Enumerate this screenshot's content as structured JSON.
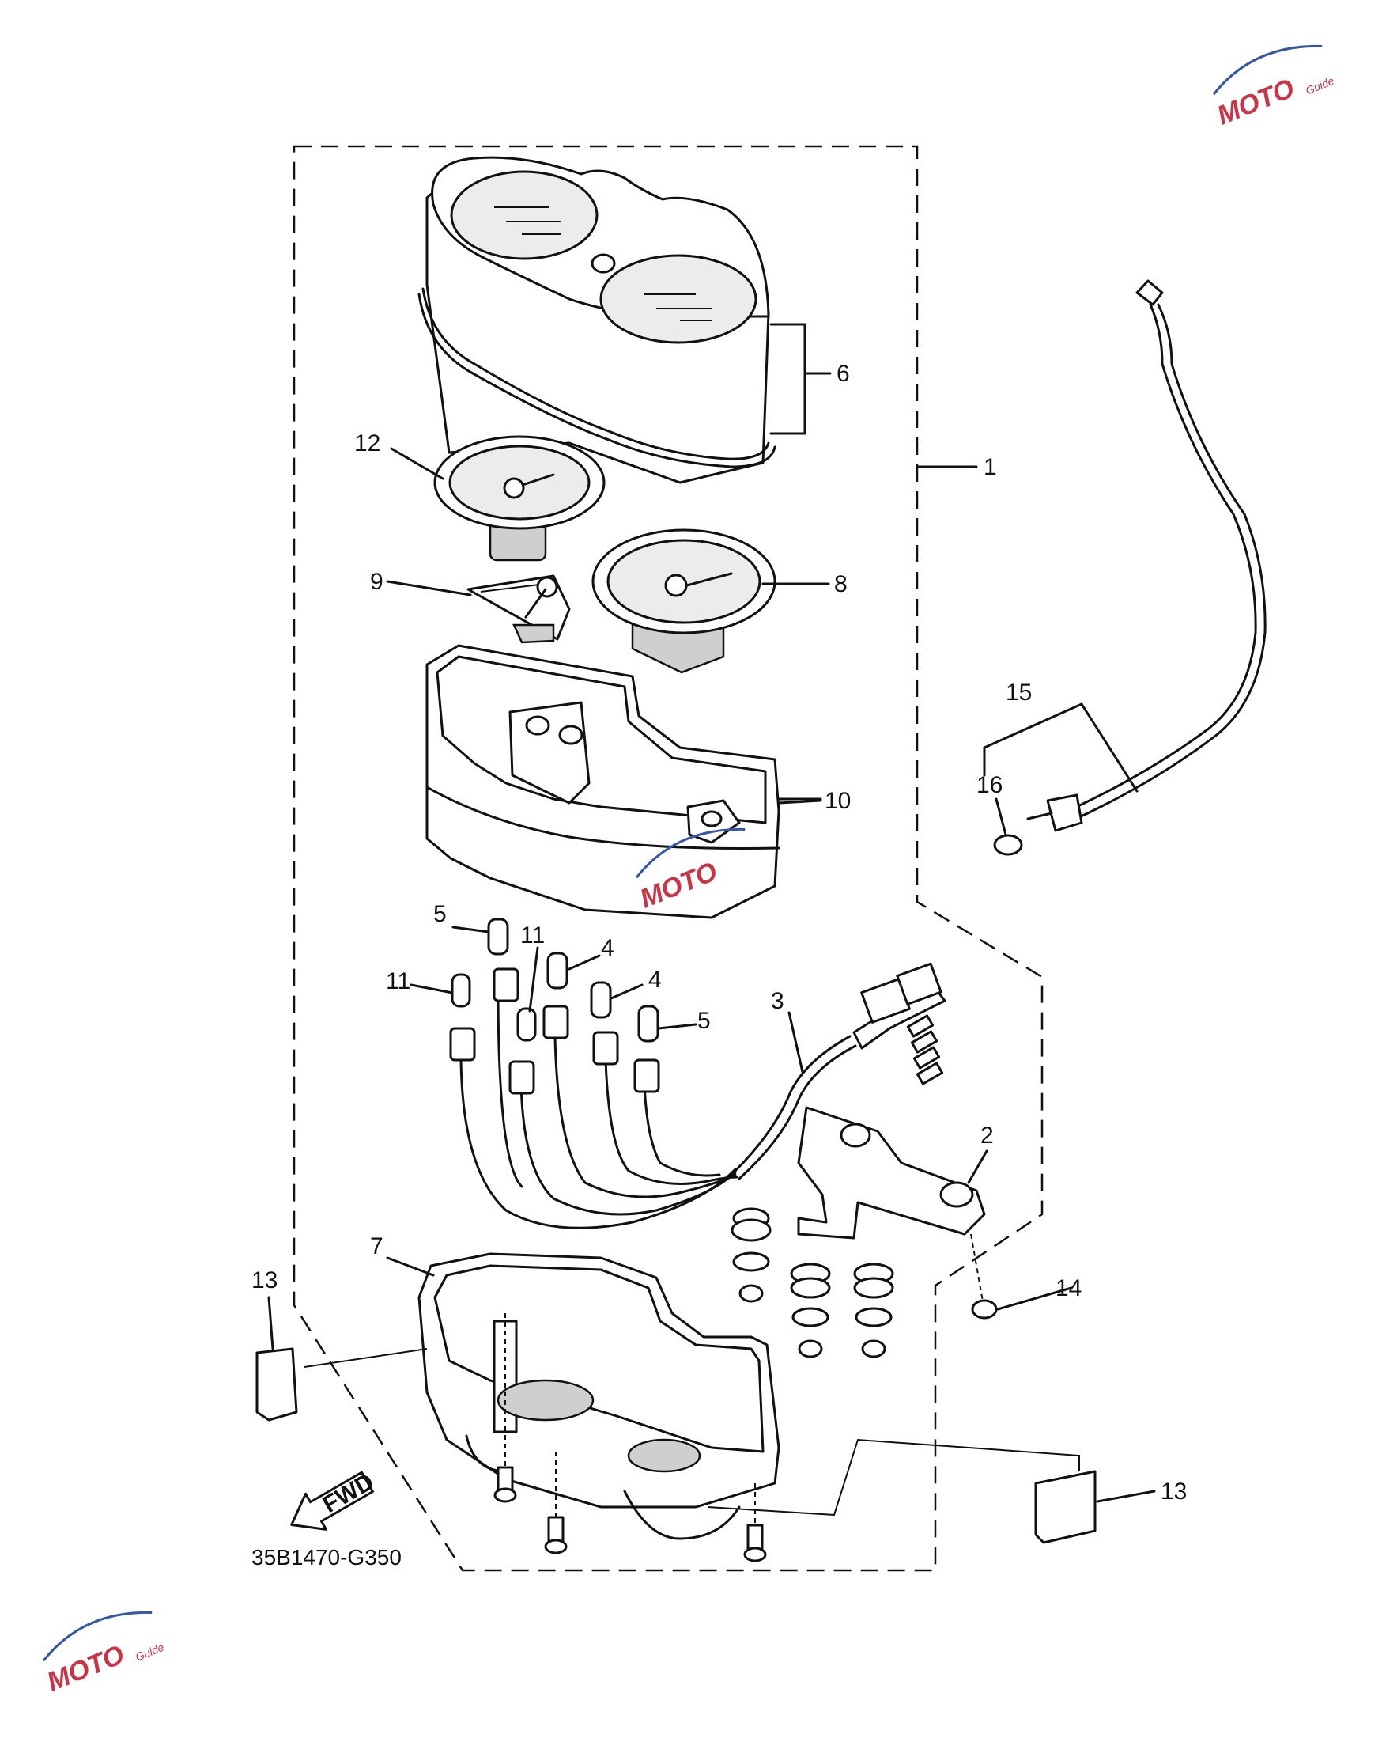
{
  "diagram": {
    "drawing_code": "35B1470-G350",
    "fwd_label": "FWD",
    "callouts": [
      {
        "id": "c1",
        "text": "1"
      },
      {
        "id": "c2",
        "text": "2"
      },
      {
        "id": "c3",
        "text": "3"
      },
      {
        "id": "c4a",
        "text": "4"
      },
      {
        "id": "c4b",
        "text": "4"
      },
      {
        "id": "c5a",
        "text": "5"
      },
      {
        "id": "c5b",
        "text": "5"
      },
      {
        "id": "c6",
        "text": "6"
      },
      {
        "id": "c7",
        "text": "7"
      },
      {
        "id": "c8",
        "text": "8"
      },
      {
        "id": "c9",
        "text": "9"
      },
      {
        "id": "c10",
        "text": "10"
      },
      {
        "id": "c11a",
        "text": "11"
      },
      {
        "id": "c11b",
        "text": "11"
      },
      {
        "id": "c12",
        "text": "12"
      },
      {
        "id": "c13a",
        "text": "13"
      },
      {
        "id": "c13b",
        "text": "13"
      },
      {
        "id": "c14",
        "text": "14"
      },
      {
        "id": "c15",
        "text": "15"
      },
      {
        "id": "c16",
        "text": "16"
      }
    ]
  },
  "watermark": {
    "brand": "MOTO",
    "tagline": "Guide"
  }
}
